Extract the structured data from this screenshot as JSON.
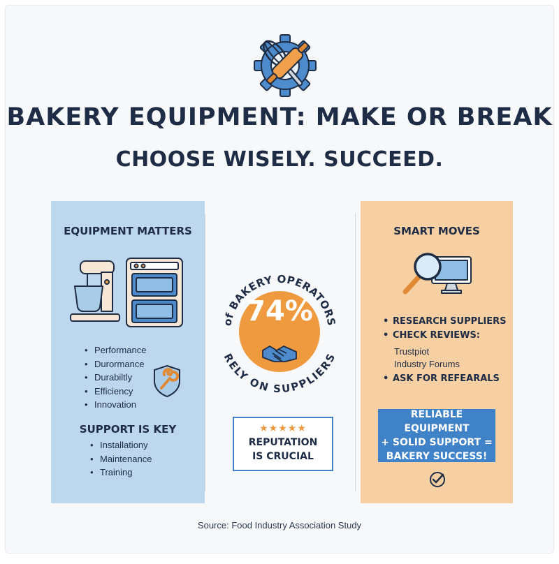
{
  "header": {
    "title": "BAKERY EQUIPMENT: MAKE OR BREAK",
    "subtitle": "CHOOSE WISELY. SUCCEED.",
    "logo_icon": "gear-whisk-rolling-pin-icon"
  },
  "left_panel": {
    "heading": "EQUIPMENT MATTERS",
    "icon": "mixer-and-oven-icon",
    "qualities": [
      "Performance",
      "Durormance",
      "Durabiltly",
      "Efficiency",
      "Innovation"
    ],
    "badge_icon": "shield-wrench-icon",
    "support_heading": "SUPPORT IS KEY",
    "support_items": [
      "Installationy",
      "Maintenance",
      "Training"
    ],
    "color": "#bcd7ee"
  },
  "center": {
    "arc_top": "of BAKERY OPERATORS",
    "stat": "74%",
    "arc_bottom": "RELY ON SUPPLIERS",
    "handshake_icon": "handshake-icon",
    "stars": "★★★★★",
    "reputation_line1": "REPUTATION",
    "reputation_line2": "IS CRUCIAL",
    "accent": "#ef9a3e"
  },
  "right_panel": {
    "heading": "SMART MOVES",
    "icon": "magnifier-monitor-icon",
    "item1": "RESEARCH SUPPLIERS",
    "item2": "CHECK REVIEWS:",
    "review_sources": [
      "Trustpiot",
      "Industry Forums"
    ],
    "item3": "ASK FOR REFEARALS",
    "callout_line1": "RELIABLE EQUIPMENT",
    "callout_line2": "+ SOLID SUPPORT =",
    "callout_line3": "BAKERY SUCCESS!",
    "check_icon": "check-circle-icon",
    "color": "#f6cfa2",
    "callout_color": "#3f82c7"
  },
  "footer": {
    "source": "Source: Food Industry Association Study"
  }
}
